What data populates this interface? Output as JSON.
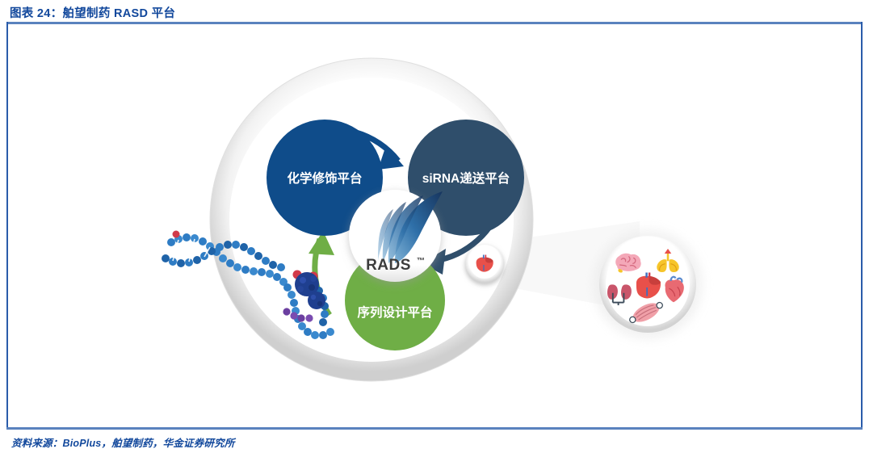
{
  "figure": {
    "title": "图表 24：舶望制药 RASD 平台",
    "source": "资料来源：BioPlus，舶望制药，华金证券研究所",
    "title_color": "#12489C",
    "rule_color": "#5A82BE"
  },
  "diagram": {
    "hub": {
      "name": "RADS",
      "trademark": "™",
      "logo_icon": "wing-logo-icon"
    },
    "platforms": [
      {
        "id": "chemical-modification",
        "label": "化学修饰平台",
        "color": "#0F4C8A",
        "position": "top-left"
      },
      {
        "id": "sirna-delivery",
        "label": "siRNA递送平台",
        "color": "#2F4E6B",
        "position": "top-right"
      },
      {
        "id": "sequence-design",
        "label": "序列设计平台",
        "color": "#6FAE46",
        "position": "bottom"
      }
    ],
    "arrows": [
      {
        "id": "arrow-chem-to-sirna",
        "color": "#0F4C8A",
        "from": "chemical-modification",
        "to": "sirna-delivery"
      },
      {
        "id": "arrow-sirna-to-sequence",
        "color": "#2F4E6B",
        "from": "sirna-delivery",
        "to": "sequence-design"
      },
      {
        "id": "arrow-sequence-to-chem",
        "color": "#6FAE46",
        "from": "sequence-design",
        "to": "chemical-modification"
      }
    ],
    "helix": {
      "icon": "sirna-double-helix-icon",
      "strand_color": "#2E7CC4",
      "base_color": "#D13A4A",
      "conjugate_color": "#1F3F8F",
      "linker_color": "#6B3FA0"
    },
    "liver_badge": {
      "icon": "liver-icon",
      "color": "#E8504A"
    },
    "organ_panel": {
      "icons": [
        {
          "id": "brain-icon",
          "label": "brain",
          "color": "#F4A8B8"
        },
        {
          "id": "lungs-icon",
          "label": "lungs",
          "color": "#F6C52A"
        },
        {
          "id": "kidneys-icon",
          "label": "kidneys",
          "color": "#C9556A"
        },
        {
          "id": "liver-panel-icon",
          "label": "liver",
          "color": "#E8504A"
        },
        {
          "id": "heart-icon",
          "label": "heart",
          "color": "#E86A72"
        },
        {
          "id": "muscle-icon",
          "label": "muscle",
          "color": "#F0A0A8"
        }
      ]
    },
    "ring": {
      "outer_color": "#D8D8D8",
      "inner_color": "#FFFFFF"
    }
  }
}
